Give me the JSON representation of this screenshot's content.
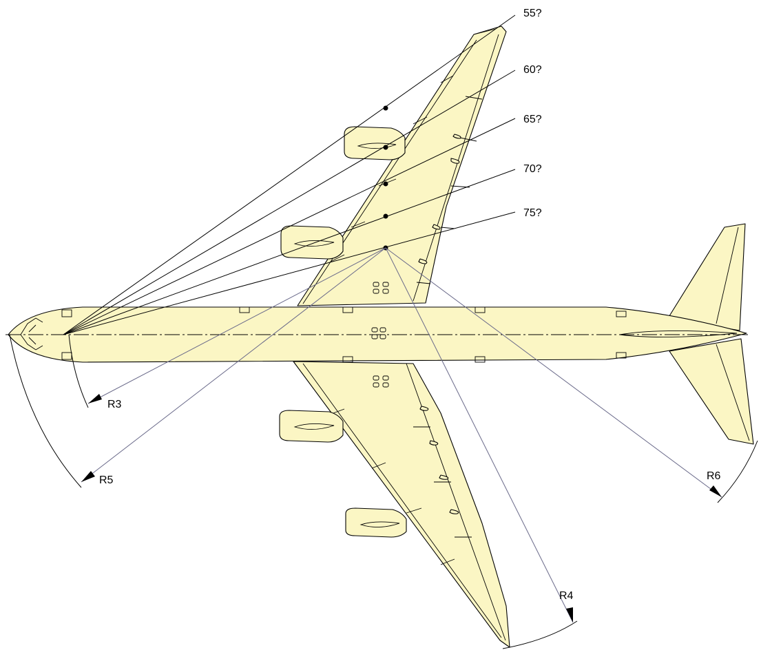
{
  "diagram": {
    "angle_labels": [
      "55?",
      "60?",
      "65?",
      "70?",
      "75?"
    ],
    "radius_labels": {
      "r3": "R3",
      "r4": "R4",
      "r5": "R5",
      "r6": "R6"
    },
    "colors": {
      "aircraft_fill": "#fbf6c4",
      "line": "#000000"
    }
  }
}
